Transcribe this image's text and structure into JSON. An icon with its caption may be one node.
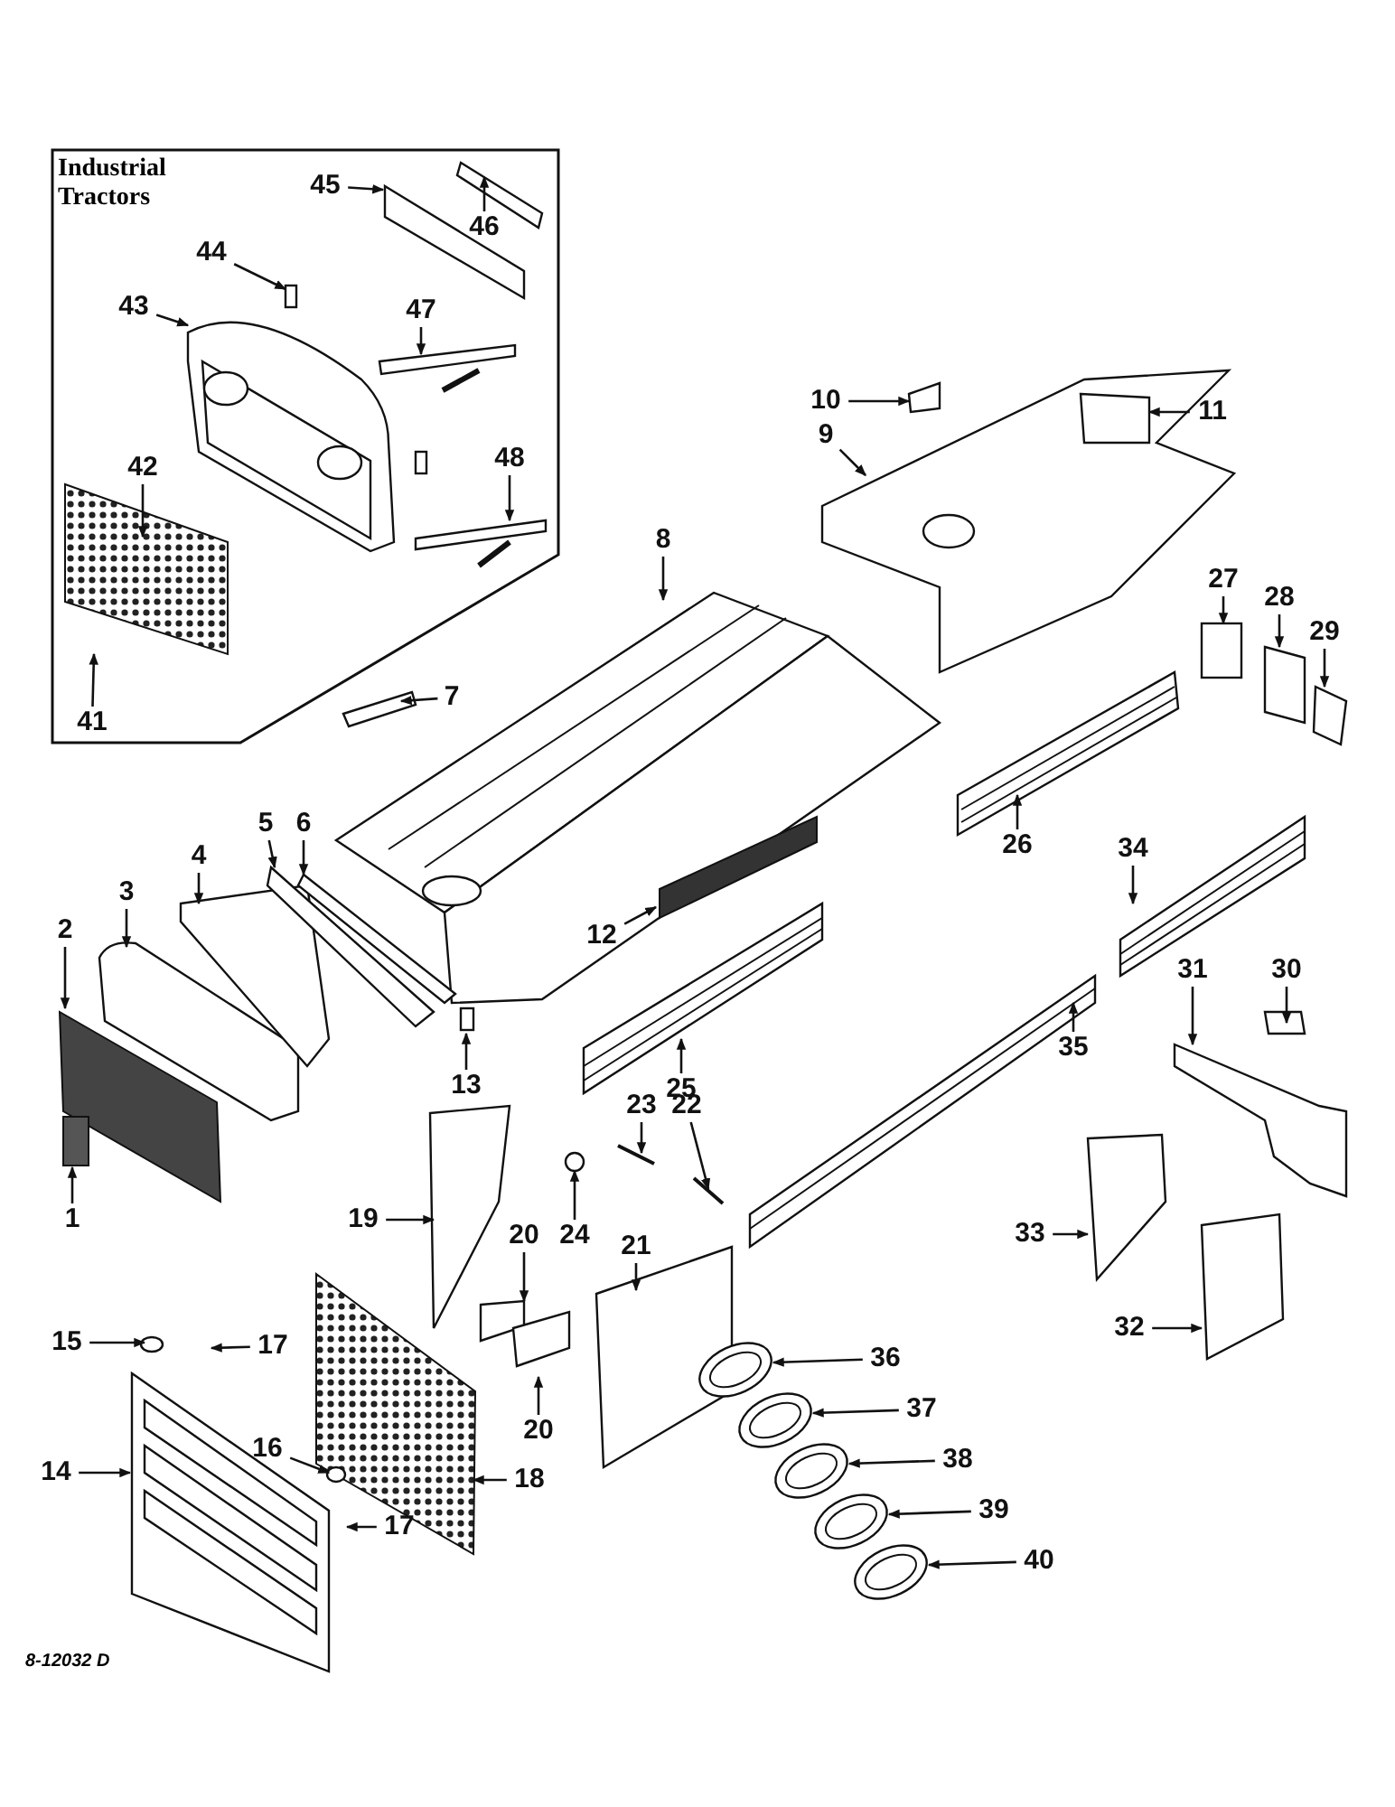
{
  "diagram": {
    "nodes": [
      {
        "text": [
          "Industrial Tractors"
        ]
      },
      {
        "text": [
          "45"
        ],
        "in": 0
      },
      {
        "text": [
          "46"
        ],
        "in": 0
      },
      {
        "text": [
          "44"
        ],
        "in": 0
      },
      {
        "text": [
          "43"
        ],
        "in": 0
      },
      {
        "text": [
          "47"
        ],
        "in": 0
      },
      {
        "text": [
          "48"
        ],
        "in": 0
      },
      {
        "text": [
          "42"
        ],
        "in": 0
      },
      {
        "text": [
          "41"
        ],
        "in": 0
      },
      {
        "text": [
          "10"
        ]
      },
      {
        "text": [
          "11"
        ]
      },
      {
        "text": [
          "9"
        ]
      },
      {
        "text": [
          "8"
        ]
      },
      {
        "text": [
          "27"
        ]
      },
      {
        "text": [
          "28"
        ]
      },
      {
        "text": [
          "29"
        ]
      },
      {
        "text": [
          "7"
        ]
      },
      {
        "text": [
          "5"
        ]
      },
      {
        "text": [
          "6"
        ]
      },
      {
        "text": [
          "26"
        ]
      },
      {
        "text": [
          "34"
        ]
      },
      {
        "text": [
          "4"
        ]
      },
      {
        "text": [
          "3"
        ]
      },
      {
        "text": [
          "2"
        ]
      },
      {
        "text": [
          "12"
        ]
      },
      {
        "text": [
          "31"
        ]
      },
      {
        "text": [
          "30"
        ]
      },
      {
        "text": [
          "13"
        ]
      },
      {
        "text": [
          "35"
        ]
      },
      {
        "text": [
          "25"
        ]
      },
      {
        "text": [
          "23"
        ]
      },
      {
        "text": [
          "22"
        ]
      },
      {
        "text": [
          "1"
        ]
      },
      {
        "text": [
          "19"
        ]
      },
      {
        "text": [
          "20"
        ]
      },
      {
        "text": [
          "24"
        ]
      },
      {
        "text": [
          "21"
        ]
      },
      {
        "text": [
          "33"
        ]
      },
      {
        "text": [
          "32"
        ]
      },
      {
        "text": [
          "15"
        ]
      },
      {
        "text": [
          "17"
        ]
      },
      {
        "text": [
          "36"
        ]
      },
      {
        "text": [
          "37"
        ]
      },
      {
        "text": [
          "20"
        ]
      },
      {
        "text": [
          "38"
        ]
      },
      {
        "text": [
          "16"
        ]
      },
      {
        "text": [
          "14"
        ]
      },
      {
        "text": [
          "18"
        ]
      },
      {
        "text": [
          "39"
        ]
      },
      {
        "text": [
          "17"
        ]
      },
      {
        "text": [
          "40"
        ]
      }
    ],
    "edges": [
      {
        "from": 1,
        "to": null,
        "arrow": "to"
      },
      {
        "from": 2,
        "to": null,
        "arrow": "to"
      },
      {
        "from": 3,
        "to": null,
        "arrow": "to"
      },
      {
        "from": 4,
        "to": null,
        "arrow": "to"
      },
      {
        "from": 5,
        "to": null,
        "arrow": "to"
      },
      {
        "from": 6,
        "to": null,
        "arrow": "to"
      },
      {
        "from": 7,
        "to": null,
        "arrow": "to"
      },
      {
        "from": 8,
        "to": null,
        "arrow": "to"
      },
      {
        "from": 9,
        "to": null,
        "arrow": "to"
      },
      {
        "from": 10,
        "to": null,
        "arrow": "to"
      },
      {
        "from": 11,
        "to": null,
        "arrow": "to"
      },
      {
        "from": 12,
        "to": null,
        "arrow": "to"
      },
      {
        "from": 13,
        "to": null,
        "arrow": "to"
      },
      {
        "from": 14,
        "to": null,
        "arrow": "to"
      },
      {
        "from": 15,
        "to": null,
        "arrow": "to"
      },
      {
        "from": 16,
        "to": null,
        "arrow": "to"
      },
      {
        "from": 17,
        "to": null,
        "arrow": "to"
      },
      {
        "from": 18,
        "to": null,
        "arrow": "to"
      },
      {
        "from": 19,
        "to": null,
        "arrow": "to"
      },
      {
        "from": 20,
        "to": null,
        "arrow": "to"
      },
      {
        "from": 21,
        "to": null,
        "arrow": "to"
      },
      {
        "from": 22,
        "to": null,
        "arrow": "to"
      },
      {
        "from": 23,
        "to": null,
        "arrow": "to"
      },
      {
        "from": 24,
        "to": null,
        "arrow": "to"
      },
      {
        "from": 25,
        "to": null,
        "arrow": "to"
      },
      {
        "from": 26,
        "to": null,
        "arrow": "to"
      },
      {
        "from": 27,
        "to": null,
        "arrow": "to"
      },
      {
        "from": 28,
        "to": null,
        "arrow": "to"
      },
      {
        "from": 29,
        "to": null,
        "arrow": "to"
      },
      {
        "from": 30,
        "to": null,
        "arrow": "to"
      },
      {
        "from": 31,
        "to": null,
        "arrow": "to"
      },
      {
        "from": 32,
        "to": null,
        "arrow": "to"
      },
      {
        "from": 33,
        "to": null,
        "arrow": "to"
      },
      {
        "from": 34,
        "to": null,
        "arrow": "to"
      },
      {
        "from": 35,
        "to": null,
        "arrow": "to"
      },
      {
        "from": 36,
        "to": null,
        "arrow": "to"
      },
      {
        "from": 37,
        "to": null,
        "arrow": "to"
      },
      {
        "from": 38,
        "to": null,
        "arrow": "to"
      },
      {
        "from": 39,
        "to": null,
        "arrow": "to"
      },
      {
        "from": 40,
        "to": null,
        "arrow": "to"
      },
      {
        "from": 41,
        "to": null,
        "arrow": "to"
      },
      {
        "from": 42,
        "to": null,
        "arrow": "to"
      },
      {
        "from": 43,
        "to": null,
        "arrow": "to"
      },
      {
        "from": 44,
        "to": null,
        "arrow": "to"
      },
      {
        "from": 45,
        "to": null,
        "arrow": "to"
      },
      {
        "from": 46,
        "to": null,
        "arrow": "to"
      },
      {
        "from": 47,
        "to": null,
        "arrow": "to"
      },
      {
        "from": 48,
        "to": null,
        "arrow": "to"
      },
      {
        "from": 49,
        "to": null,
        "arrow": "to"
      },
      {
        "from": 50,
        "to": null,
        "arrow": "to"
      }
    ],
    "labels": [
      "8-12032 D"
    ]
  }
}
